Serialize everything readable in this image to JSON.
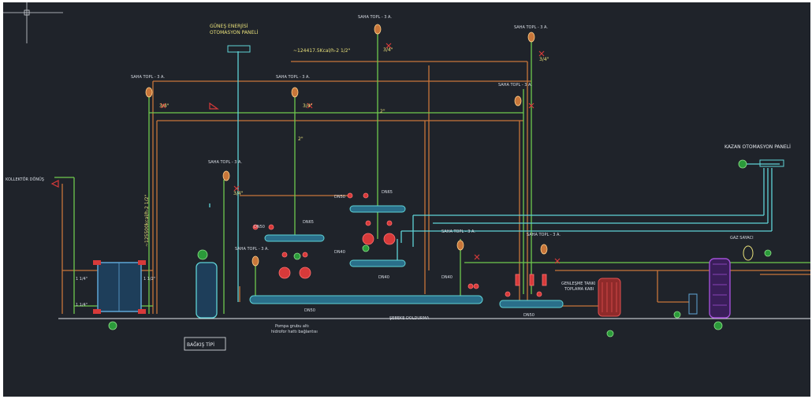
{
  "labels": {
    "top_panel": [
      "GÜNEŞ ENERJİSİ",
      "OTOMASYON PANELİ"
    ],
    "boiler_panel": "KAZAN OTOMASYON PANELİ",
    "flow_main": "~124417.5Kcal/h-2 1/2\"",
    "flow_vertical": "~125500kcal/h-2 1/2\"",
    "left_header": "KOLLEKTÖR DÖNÜŞ",
    "boiler_inlet": "BAĞKIŞ TİPİ",
    "floor_note": "ŞEBEKE DOLDURMA",
    "expansion": "GENLEŞME TANKI",
    "expansion_sub": "TOPLAMA KABI",
    "bottom_note_1": "Pompa grubu altı",
    "bottom_note_2": "hidrofor hattı bağlantısı",
    "gas_meter": "GAZ SAYACI",
    "pipe_1_1_2": "1 1/2\"",
    "pipe_2": "2\"",
    "pipe_3_4": "3/4\"",
    "pipe_1_1_4": "1 1/4\"",
    "dn_label": "DN50",
    "dn_label_2": "DN65",
    "dn_label_3": "DN40",
    "meter": "SAHA TOPL - 3 A.",
    "vent": "3/4\""
  },
  "colors": {
    "background": "#1f232a",
    "orange_pipe": "#c8763a",
    "green_pipe": "#6fc94e",
    "cyan_pipe": "#5fd3d6",
    "red_device": "#d73a3a",
    "yellow_label": "#e8e07a",
    "purple_device": "#a24fd6",
    "white_line": "#e6e9ee"
  }
}
